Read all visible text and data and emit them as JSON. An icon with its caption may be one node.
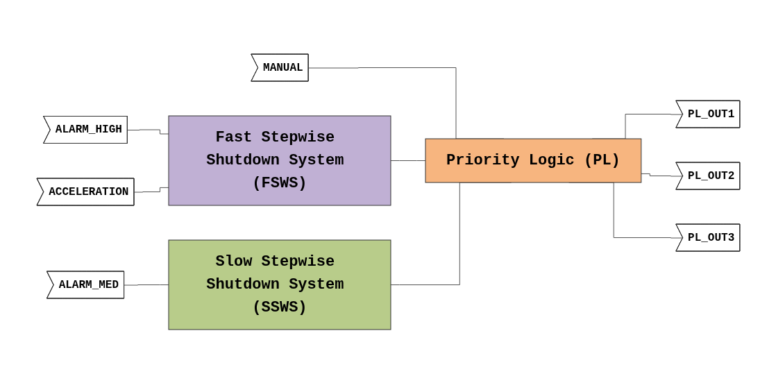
{
  "diagram": {
    "nodes": [
      {
        "text": [
          "MANUAL"
        ]
      },
      {
        "text": [
          "Fast Stepwise Shutdown System (FSWS)"
        ]
      },
      {
        "text": [
          "Priority Logic (PL)"
        ]
      },
      {
        "text": [
          "ALARM_HIGH"
        ]
      },
      {
        "text": [
          "ACCELERATION"
        ]
      },
      {
        "text": [
          "Slow Stepwise Shutdown System (SSWS)"
        ]
      },
      {
        "text": [
          "ALARM_MED"
        ]
      },
      {
        "text": [
          "PL_OUT1"
        ]
      },
      {
        "text": [
          "PL_OUT2"
        ]
      },
      {
        "text": [
          "PL_OUT3"
        ]
      }
    ],
    "edges": [
      {
        "from": 0,
        "to": 2,
        "arrow": "none"
      },
      {
        "from": 3,
        "to": 1,
        "arrow": "none"
      },
      {
        "from": 4,
        "to": 1,
        "arrow": "none"
      },
      {
        "from": 1,
        "to": 2,
        "arrow": "none"
      },
      {
        "from": 6,
        "to": 5,
        "arrow": "none"
      },
      {
        "from": 5,
        "to": 2,
        "arrow": "none"
      },
      {
        "from": 2,
        "to": 7,
        "arrow": "none"
      },
      {
        "from": 2,
        "to": 8,
        "arrow": "none"
      },
      {
        "from": 2,
        "to": 9,
        "arrow": "none"
      }
    ]
  }
}
